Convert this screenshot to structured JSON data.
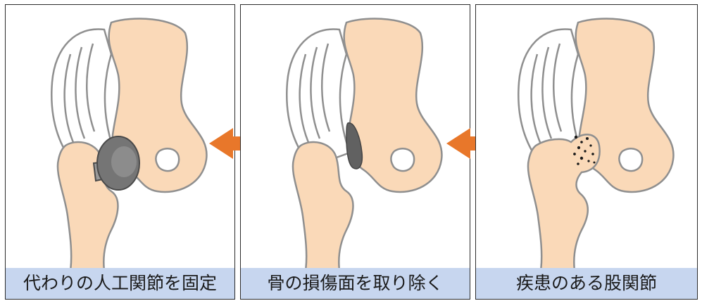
{
  "panels": [
    {
      "caption": "代わりの人工関節を固定",
      "state": "implant"
    },
    {
      "caption": "骨の損傷面を取り除く",
      "state": "resected"
    },
    {
      "caption": "疾患のある股関節",
      "state": "diseased"
    }
  ],
  "colors": {
    "bone": "#fad9b8",
    "bone_outline": "#8f8f8f",
    "ligament": "#ffffff",
    "implant": "#757575",
    "resection": "#616161",
    "arrow": "#e8772a",
    "caption_bg": "#c7d6ef"
  }
}
